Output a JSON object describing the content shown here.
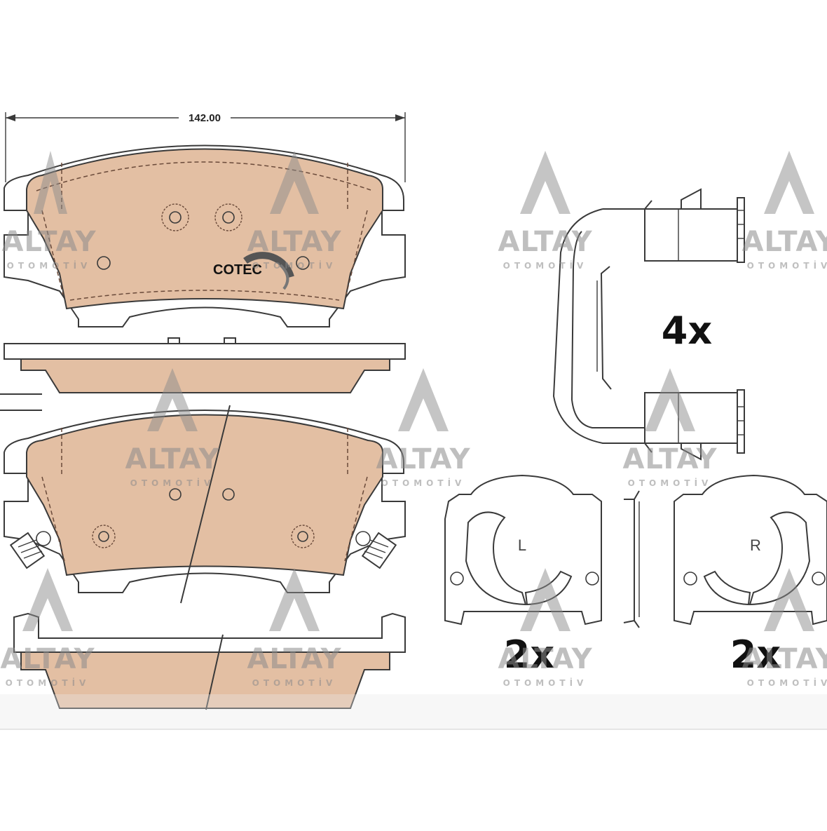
{
  "dimension": {
    "width_label": "142.00"
  },
  "brand_mark": "COTEC",
  "quantities": {
    "clip_kit": "4x",
    "spring_left": "2x",
    "spring_right": "2x"
  },
  "side_markers": {
    "left": "L",
    "right": "R"
  },
  "watermark": {
    "name": "ALTAY",
    "subtitle": "OTOMOTİV"
  },
  "colors": {
    "friction_material": "#e3bfa3",
    "outline": "#3a3a3a",
    "watermark": "#8c8c8c"
  }
}
